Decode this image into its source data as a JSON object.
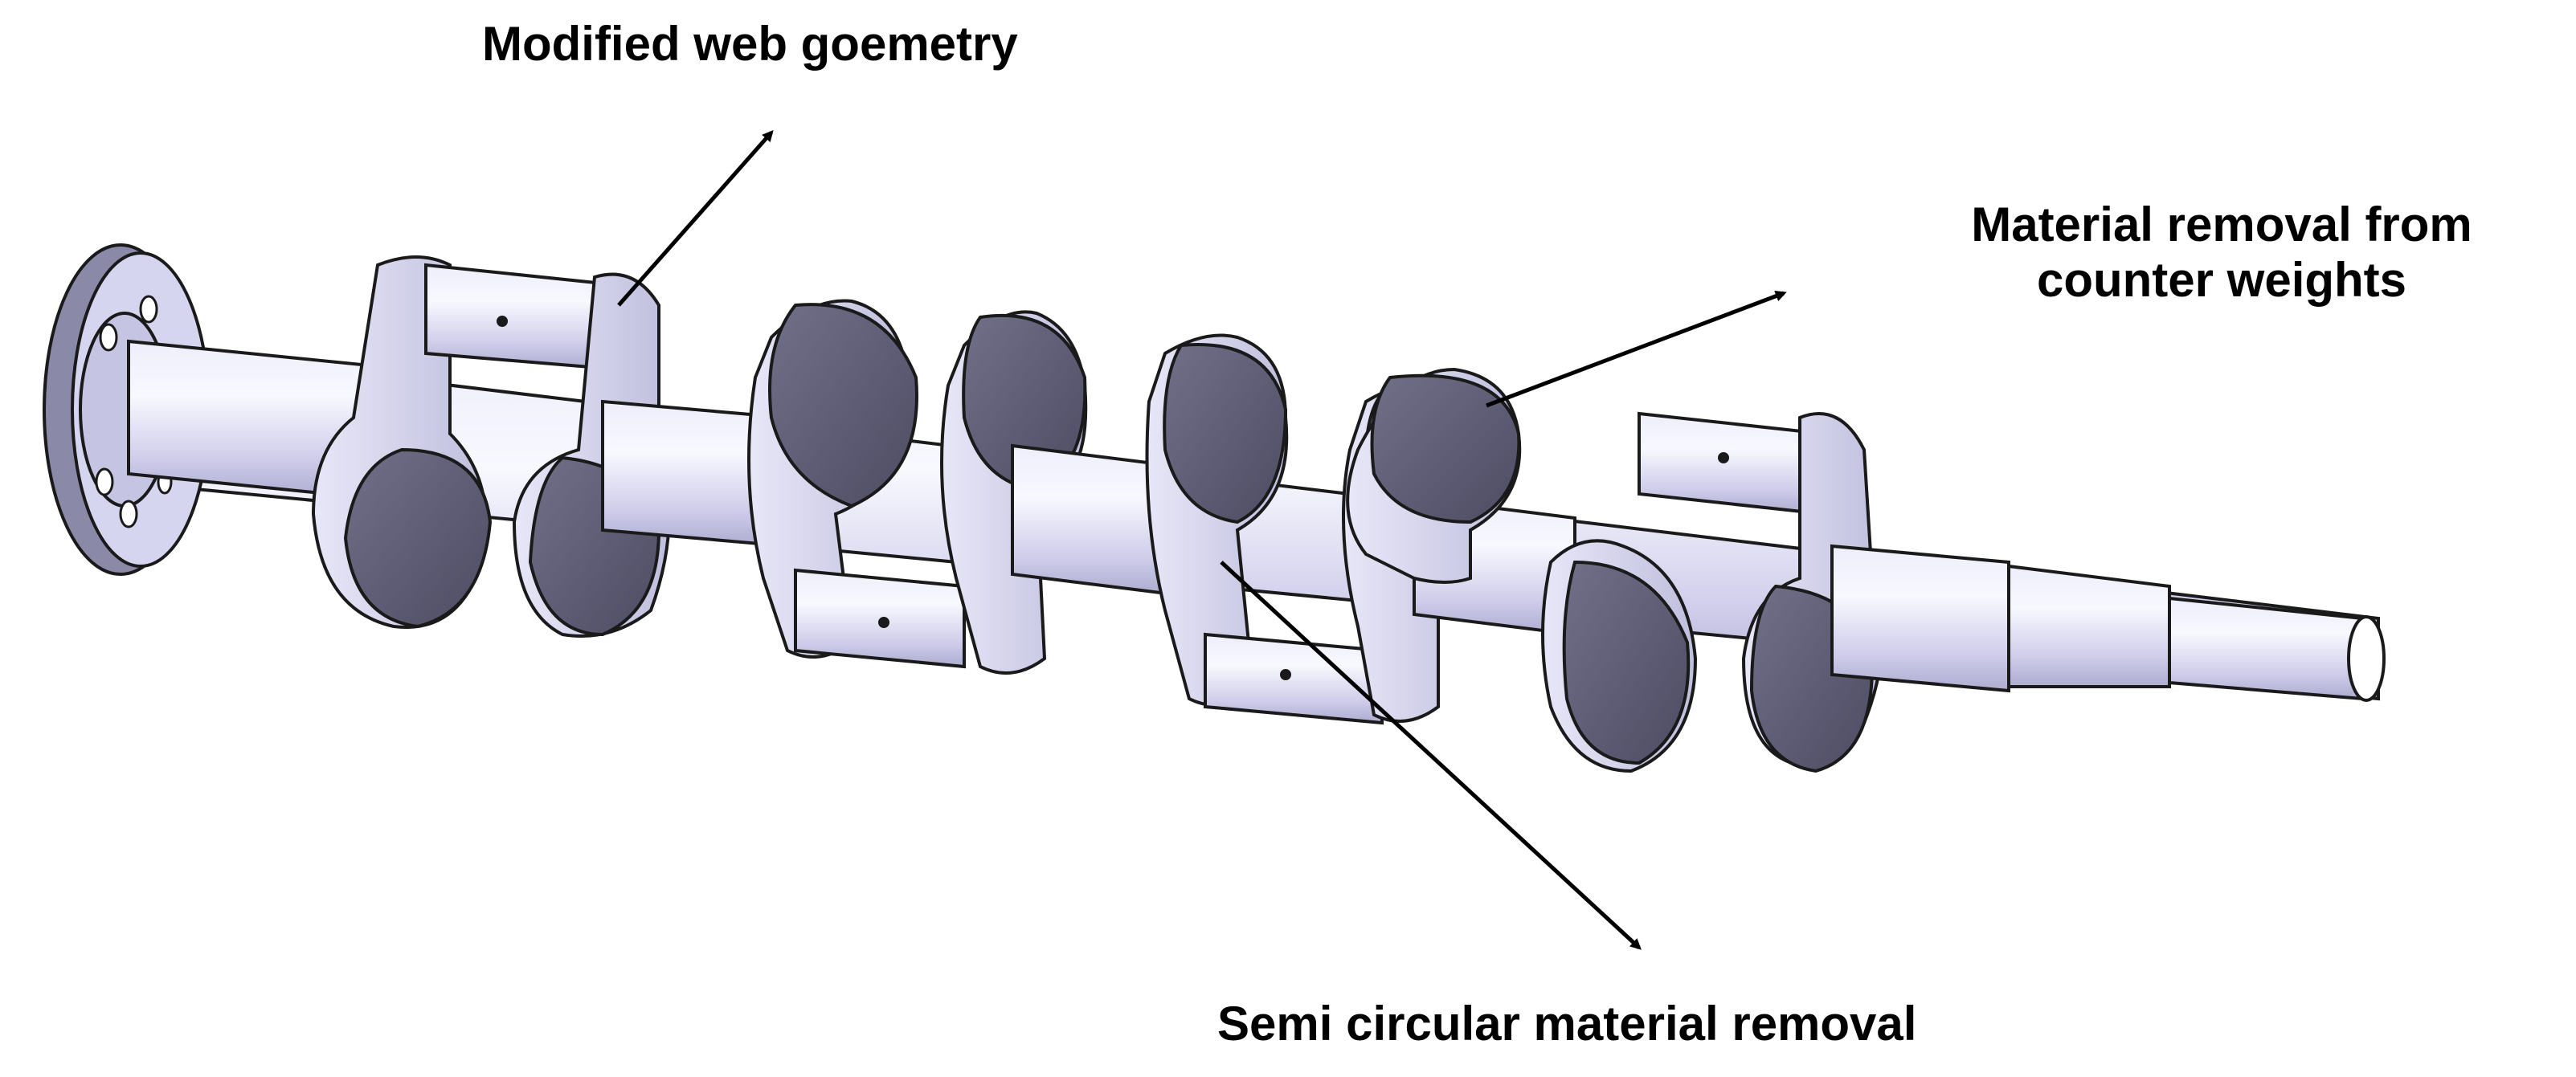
{
  "callouts": {
    "web_geometry": "Modified web goemetry",
    "counterweight_line1": "Material removal from",
    "counterweight_line2": "counter weights",
    "semi_circular": "Semi circular material removal"
  },
  "colors": {
    "shaft_fill": "#d9d8f2",
    "shaft_highlight": "#f4f4fd",
    "web_face": "#5d5b73",
    "web_rim": "#c9c8e6",
    "outline": "#1a1a1a",
    "arrow": "#000000"
  }
}
